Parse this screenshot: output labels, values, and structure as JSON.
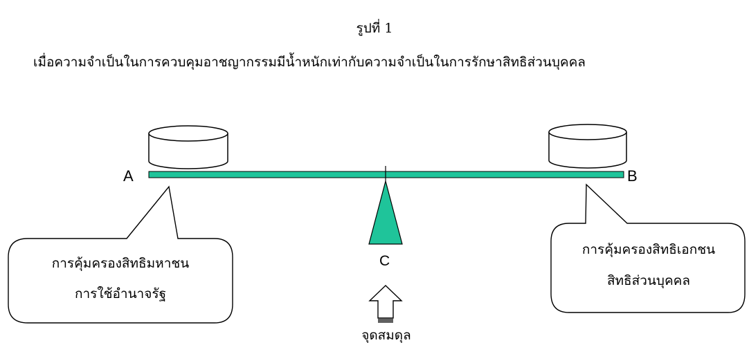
{
  "figure": {
    "title": "รูปที่ 1",
    "caption": "เมื่อความจำเป็นในการควบคุมอาชญากรรมมีน้ำหนักเท่ากับความจำเป็นในการรักษาสิทธิส่วนบุคคล"
  },
  "diagram": {
    "point_a": "A",
    "point_b": "B",
    "point_c": "C",
    "left_callout": {
      "line1": "การคุ้มครองสิทธิมหาชน",
      "line2": "การใช้อำนาจรัฐ"
    },
    "right_callout": {
      "line1": "การคุ้มครองสิทธิเอกชน",
      "line2": "สิทธิส่วนบุคคล"
    },
    "arrow_label": "จุดสมดุล"
  },
  "colors": {
    "beam": "#1fc49a",
    "fulcrum": "#1fc49a",
    "stroke": "#000000"
  }
}
